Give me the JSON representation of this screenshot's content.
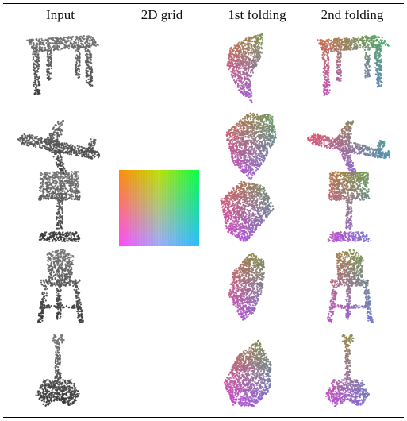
{
  "table": {
    "columns": [
      "Input",
      "2D grid",
      "1st folding",
      "2nd folding"
    ],
    "rows": [
      {
        "object": "table",
        "input_icon": "table-point-cloud-icon",
        "fold1_icon": "folded-sheet-icon",
        "fold2_icon": "table-reconstruction-icon"
      },
      {
        "object": "airplane",
        "input_icon": "airplane-point-cloud-icon",
        "fold1_icon": "folded-sheet-icon",
        "fold2_icon": "airplane-reconstruction-icon"
      },
      {
        "object": "lamp",
        "input_icon": "lamp-point-cloud-icon",
        "fold1_icon": "folded-sheet-icon",
        "fold2_icon": "lamp-reconstruction-icon"
      },
      {
        "object": "chair",
        "input_icon": "chair-point-cloud-icon",
        "fold1_icon": "folded-sheet-icon",
        "fold2_icon": "chair-reconstruction-icon"
      },
      {
        "object": "guitar",
        "input_icon": "guitar-point-cloud-icon",
        "fold1_icon": "folded-sheet-icon",
        "fold2_icon": "guitar-reconstruction-icon"
      }
    ]
  },
  "grid": {
    "icon": "color-gradient-grid-icon"
  },
  "colors": {
    "rule": "#000000",
    "input_points": "#555555",
    "grid_top_left": "#ff8800",
    "grid_top_right": "#00ff44",
    "grid_bottom_left": "#ff44ff",
    "grid_bottom_right": "#22bbff",
    "fold_accent": "#a040c0"
  }
}
